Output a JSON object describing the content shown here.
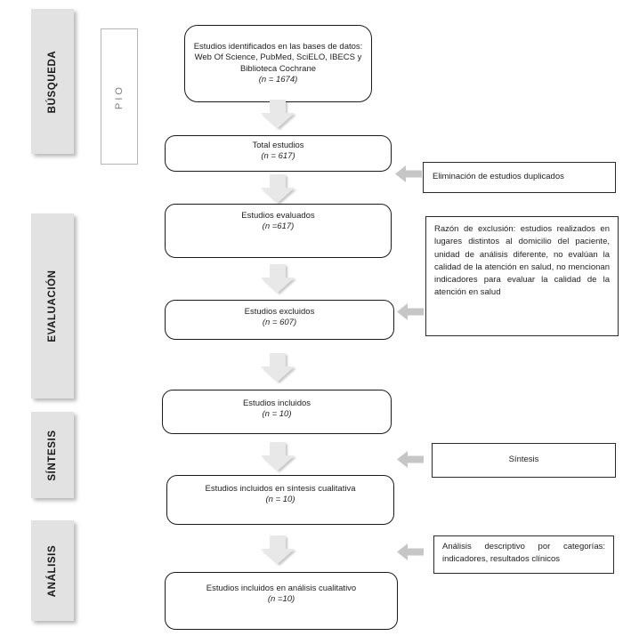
{
  "diagram": {
    "stages": [
      {
        "label": "BÚSQUEDA"
      },
      {
        "label": "EVALUACIÓN"
      },
      {
        "label": "SÍNTESIS"
      },
      {
        "label": "ANÁLISIS"
      }
    ],
    "pio_label": "PIO",
    "flow_boxes": [
      {
        "text": "Estudios identificados en las bases de datos: Web Of Science, PubMed, SciELO, IBECS y Biblioteca Cochrane",
        "n": "(n = 1674)"
      },
      {
        "text": "Total estudios",
        "n": "(n = 617)"
      },
      {
        "text": "Estudios evaluados",
        "n": "(n =617)"
      },
      {
        "text": "Estudios excluidos",
        "n": "(n = 607)"
      },
      {
        "text": "Estudios incluidos",
        "n": "(n = 10)"
      },
      {
        "text": "Estudios incluidos en síntesis cualitativa",
        "n": "(n = 10)"
      },
      {
        "text": "Estudios incluidos en análisis cualitativo",
        "n": "(n =10)"
      }
    ],
    "side_notes": [
      {
        "text": "Eliminación de estudios duplicados"
      },
      {
        "text": "Razón de exclusión: estudios realizados en lugares distintos al domicilio del paciente, unidad de análisis diferente, no evalúan la calidad de la atención en salud, no mencionan indicadores para evaluar la calidad de la atención en salud"
      },
      {
        "text": "Síntesis"
      },
      {
        "text": "Análisis descriptivo por categorías: indicadores, resultados clínicos"
      }
    ],
    "colors": {
      "stage_fill": "#e2e2e2",
      "down_arrow_fill": "#e8e8e8",
      "side_arrow_fill": "#c6c6c6",
      "box_border": "#1a1a1a"
    }
  }
}
